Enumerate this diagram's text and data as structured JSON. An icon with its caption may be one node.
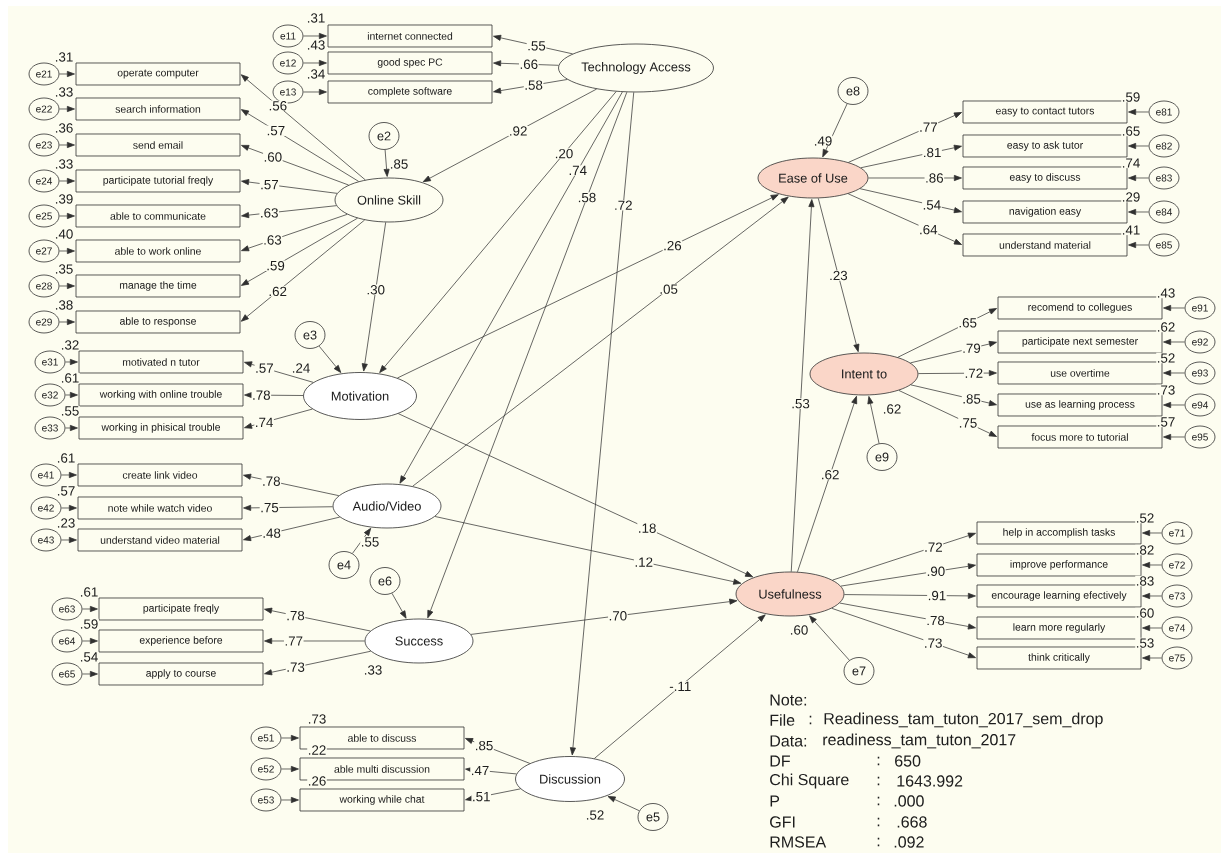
{
  "diagram": {
    "nodes": [
      {
        "text": [
          "Technology Access"
        ]
      },
      {
        "text": [
          "internet connected"
        ],
        "beside": [
          ".31"
        ]
      },
      {
        "text": [
          "good spec PC"
        ],
        "beside": [
          ".43"
        ]
      },
      {
        "text": [
          "complete software"
        ],
        "beside": [
          ".34"
        ]
      },
      {
        "text": [
          "e11"
        ]
      },
      {
        "text": [
          "e12"
        ]
      },
      {
        "text": [
          "e13"
        ]
      },
      {
        "text": [
          "Online Skill"
        ],
        "beside": [
          ".85"
        ]
      },
      {
        "text": [
          "e2"
        ]
      },
      {
        "text": [
          "operate computer"
        ],
        "beside": [
          ".31"
        ]
      },
      {
        "text": [
          "search information"
        ],
        "beside": [
          ".33"
        ]
      },
      {
        "text": [
          "send email"
        ],
        "beside": [
          ".36"
        ]
      },
      {
        "text": [
          "participate tutorial freqly"
        ],
        "beside": [
          ".33"
        ]
      },
      {
        "text": [
          "able to communicate"
        ],
        "beside": [
          ".39"
        ]
      },
      {
        "text": [
          "able to work online"
        ],
        "beside": [
          ".40"
        ]
      },
      {
        "text": [
          "manage the time"
        ],
        "beside": [
          ".35"
        ]
      },
      {
        "text": [
          "able to response"
        ],
        "beside": [
          ".38"
        ]
      },
      {
        "text": [
          "e21"
        ]
      },
      {
        "text": [
          "e22"
        ]
      },
      {
        "text": [
          "e23"
        ]
      },
      {
        "text": [
          "e24"
        ]
      },
      {
        "text": [
          "e25"
        ]
      },
      {
        "text": [
          "e27"
        ]
      },
      {
        "text": [
          "e28"
        ]
      },
      {
        "text": [
          "e29"
        ]
      },
      {
        "text": [
          "Motivation"
        ],
        "beside": [
          ".24"
        ]
      },
      {
        "text": [
          "e3"
        ]
      },
      {
        "text": [
          "motivated n tutor"
        ],
        "beside": [
          ".32"
        ]
      },
      {
        "text": [
          "working with online trouble"
        ],
        "beside": [
          ".61"
        ]
      },
      {
        "text": [
          "working in phisical trouble"
        ],
        "beside": [
          ".55"
        ]
      },
      {
        "text": [
          "e31"
        ]
      },
      {
        "text": [
          "e32"
        ]
      },
      {
        "text": [
          "e33"
        ]
      },
      {
        "text": [
          "Audio/Video"
        ],
        "beside": [
          ".55"
        ]
      },
      {
        "text": [
          "e4"
        ]
      },
      {
        "text": [
          "create link video"
        ],
        "beside": [
          ".61"
        ]
      },
      {
        "text": [
          "note while watch video"
        ],
        "beside": [
          ".57"
        ]
      },
      {
        "text": [
          "understand video material"
        ],
        "beside": [
          ".23"
        ]
      },
      {
        "text": [
          "e41"
        ]
      },
      {
        "text": [
          "e42"
        ]
      },
      {
        "text": [
          "e43"
        ]
      },
      {
        "text": [
          "Success"
        ],
        "beside": [
          ".33"
        ]
      },
      {
        "text": [
          "e6"
        ]
      },
      {
        "text": [
          "participate freqly"
        ],
        "beside": [
          ".61"
        ]
      },
      {
        "text": [
          "experience before"
        ],
        "beside": [
          ".59"
        ]
      },
      {
        "text": [
          "apply to course"
        ],
        "beside": [
          ".54"
        ]
      },
      {
        "text": [
          "e63"
        ]
      },
      {
        "text": [
          "e64"
        ]
      },
      {
        "text": [
          "e65"
        ]
      },
      {
        "text": [
          "Discussion"
        ],
        "beside": [
          ".52"
        ]
      },
      {
        "text": [
          "e5"
        ]
      },
      {
        "text": [
          "able to discuss"
        ],
        "beside": [
          ".73"
        ]
      },
      {
        "text": [
          "able multi discussion"
        ],
        "beside": [
          ".22"
        ]
      },
      {
        "text": [
          "working while chat"
        ],
        "beside": [
          ".26"
        ]
      },
      {
        "text": [
          "e51"
        ]
      },
      {
        "text": [
          "e52"
        ]
      },
      {
        "text": [
          "e53"
        ]
      },
      {
        "text": [
          "Ease of Use"
        ],
        "beside": [
          ".49"
        ]
      },
      {
        "text": [
          "e8"
        ]
      },
      {
        "text": [
          "easy to contact tutors"
        ],
        "beside": [
          ".59"
        ]
      },
      {
        "text": [
          "easy to ask tutor"
        ],
        "beside": [
          ".65"
        ]
      },
      {
        "text": [
          "easy to discuss"
        ],
        "beside": [
          ".74"
        ]
      },
      {
        "text": [
          "navigation easy"
        ],
        "beside": [
          ".29"
        ]
      },
      {
        "text": [
          "understand material"
        ],
        "beside": [
          ".41"
        ]
      },
      {
        "text": [
          "e81"
        ]
      },
      {
        "text": [
          "e82"
        ]
      },
      {
        "text": [
          "e83"
        ]
      },
      {
        "text": [
          "e84"
        ]
      },
      {
        "text": [
          "e85"
        ]
      },
      {
        "text": [
          "Intent to"
        ],
        "beside": [
          ".62"
        ]
      },
      {
        "text": [
          "e9"
        ]
      },
      {
        "text": [
          "recomend to collegues"
        ],
        "beside": [
          ".43"
        ]
      },
      {
        "text": [
          "participate next semester"
        ],
        "beside": [
          ".62"
        ]
      },
      {
        "text": [
          "use overtime"
        ],
        "beside": [
          ".52"
        ]
      },
      {
        "text": [
          "use as learning process"
        ],
        "beside": [
          ".73"
        ]
      },
      {
        "text": [
          "focus more to tutorial"
        ],
        "beside": [
          ".57"
        ]
      },
      {
        "text": [
          "e91"
        ]
      },
      {
        "text": [
          "e92"
        ]
      },
      {
        "text": [
          "e93"
        ]
      },
      {
        "text": [
          "e94"
        ]
      },
      {
        "text": [
          "e95"
        ]
      },
      {
        "text": [
          "Usefulness"
        ],
        "beside": [
          ".60"
        ]
      },
      {
        "text": [
          "e7"
        ]
      },
      {
        "text": [
          "help in accomplish tasks"
        ],
        "beside": [
          ".52"
        ]
      },
      {
        "text": [
          "improve performance"
        ],
        "beside": [
          ".82"
        ]
      },
      {
        "text": [
          "encourage learning efectively"
        ],
        "beside": [
          ".83"
        ]
      },
      {
        "text": [
          "learn more regularly"
        ],
        "beside": [
          ".60"
        ]
      },
      {
        "text": [
          "think critically"
        ],
        "beside": [
          ".53"
        ]
      },
      {
        "text": [
          "e71"
        ]
      },
      {
        "text": [
          "e72"
        ]
      },
      {
        "text": [
          "e73"
        ]
      },
      {
        "text": [
          "e74"
        ]
      },
      {
        "text": [
          "e75"
        ]
      }
    ],
    "edges": [
      {
        "from": 0,
        "to": 1,
        "arrow": "to",
        "label": ".55"
      },
      {
        "from": 0,
        "to": 2,
        "arrow": "to",
        "label": ".66"
      },
      {
        "from": 0,
        "to": 3,
        "arrow": "to",
        "label": ".58"
      },
      {
        "from": 4,
        "to": 1,
        "arrow": "to"
      },
      {
        "from": 5,
        "to": 2,
        "arrow": "to"
      },
      {
        "from": 6,
        "to": 3,
        "arrow": "to"
      },
      {
        "from": 8,
        "to": 7,
        "arrow": "to"
      },
      {
        "from": 7,
        "to": 9,
        "arrow": "to",
        "label": ".56"
      },
      {
        "from": 7,
        "to": 10,
        "arrow": "to",
        "label": ".57"
      },
      {
        "from": 7,
        "to": 11,
        "arrow": "to",
        "label": ".60"
      },
      {
        "from": 7,
        "to": 12,
        "arrow": "to",
        "label": ".57"
      },
      {
        "from": 7,
        "to": 13,
        "arrow": "to",
        "label": ".63"
      },
      {
        "from": 7,
        "to": 14,
        "arrow": "to",
        "label": ".63"
      },
      {
        "from": 7,
        "to": 15,
        "arrow": "to",
        "label": ".59"
      },
      {
        "from": 7,
        "to": 16,
        "arrow": "to",
        "label": ".62"
      },
      {
        "from": 17,
        "to": 9,
        "arrow": "to"
      },
      {
        "from": 18,
        "to": 10,
        "arrow": "to"
      },
      {
        "from": 19,
        "to": 11,
        "arrow": "to"
      },
      {
        "from": 20,
        "to": 12,
        "arrow": "to"
      },
      {
        "from": 21,
        "to": 13,
        "arrow": "to"
      },
      {
        "from": 22,
        "to": 14,
        "arrow": "to"
      },
      {
        "from": 23,
        "to": 15,
        "arrow": "to"
      },
      {
        "from": 24,
        "to": 16,
        "arrow": "to"
      },
      {
        "from": 26,
        "to": 25,
        "arrow": "to"
      },
      {
        "from": 25,
        "to": 27,
        "arrow": "to",
        "label": ".57"
      },
      {
        "from": 25,
        "to": 28,
        "arrow": "to",
        "label": ".78"
      },
      {
        "from": 25,
        "to": 29,
        "arrow": "to",
        "label": ".74"
      },
      {
        "from": 30,
        "to": 27,
        "arrow": "to"
      },
      {
        "from": 31,
        "to": 28,
        "arrow": "to"
      },
      {
        "from": 32,
        "to": 29,
        "arrow": "to"
      },
      {
        "from": 34,
        "to": 33,
        "arrow": "to"
      },
      {
        "from": 33,
        "to": 35,
        "arrow": "to",
        "label": ".78"
      },
      {
        "from": 33,
        "to": 36,
        "arrow": "to",
        "label": ".75"
      },
      {
        "from": 33,
        "to": 37,
        "arrow": "to",
        "label": ".48"
      },
      {
        "from": 38,
        "to": 35,
        "arrow": "to"
      },
      {
        "from": 39,
        "to": 36,
        "arrow": "to"
      },
      {
        "from": 40,
        "to": 37,
        "arrow": "to"
      },
      {
        "from": 42,
        "to": 41,
        "arrow": "to"
      },
      {
        "from": 41,
        "to": 43,
        "arrow": "to",
        "label": ".78"
      },
      {
        "from": 41,
        "to": 44,
        "arrow": "to",
        "label": ".77"
      },
      {
        "from": 41,
        "to": 45,
        "arrow": "to",
        "label": ".73"
      },
      {
        "from": 46,
        "to": 43,
        "arrow": "to"
      },
      {
        "from": 47,
        "to": 44,
        "arrow": "to"
      },
      {
        "from": 48,
        "to": 45,
        "arrow": "to"
      },
      {
        "from": 50,
        "to": 49,
        "arrow": "to"
      },
      {
        "from": 49,
        "to": 51,
        "arrow": "to",
        "label": ".85"
      },
      {
        "from": 49,
        "to": 52,
        "arrow": "to",
        "label": ".47"
      },
      {
        "from": 49,
        "to": 53,
        "arrow": "to",
        "label": ".51"
      },
      {
        "from": 54,
        "to": 51,
        "arrow": "to"
      },
      {
        "from": 55,
        "to": 52,
        "arrow": "to"
      },
      {
        "from": 56,
        "to": 53,
        "arrow": "to"
      },
      {
        "from": 58,
        "to": 57,
        "arrow": "to"
      },
      {
        "from": 57,
        "to": 59,
        "arrow": "to",
        "label": ".77"
      },
      {
        "from": 57,
        "to": 60,
        "arrow": "to",
        "label": ".81"
      },
      {
        "from": 57,
        "to": 61,
        "arrow": "to",
        "label": ".86"
      },
      {
        "from": 57,
        "to": 62,
        "arrow": "to",
        "label": ".54"
      },
      {
        "from": 57,
        "to": 63,
        "arrow": "to",
        "label": ".64"
      },
      {
        "from": 64,
        "to": 59,
        "arrow": "to"
      },
      {
        "from": 65,
        "to": 60,
        "arrow": "to"
      },
      {
        "from": 66,
        "to": 61,
        "arrow": "to"
      },
      {
        "from": 67,
        "to": 62,
        "arrow": "to"
      },
      {
        "from": 68,
        "to": 63,
        "arrow": "to"
      },
      {
        "from": 70,
        "to": 69,
        "arrow": "to"
      },
      {
        "from": 69,
        "to": 71,
        "arrow": "to",
        "label": ".65"
      },
      {
        "from": 69,
        "to": 72,
        "arrow": "to",
        "label": ".79"
      },
      {
        "from": 69,
        "to": 73,
        "arrow": "to",
        "label": ".72"
      },
      {
        "from": 69,
        "to": 74,
        "arrow": "to",
        "label": ".85"
      },
      {
        "from": 69,
        "to": 75,
        "arrow": "to",
        "label": ".75"
      },
      {
        "from": 76,
        "to": 71,
        "arrow": "to"
      },
      {
        "from": 77,
        "to": 72,
        "arrow": "to"
      },
      {
        "from": 78,
        "to": 73,
        "arrow": "to"
      },
      {
        "from": 79,
        "to": 74,
        "arrow": "to"
      },
      {
        "from": 80,
        "to": 75,
        "arrow": "to"
      },
      {
        "from": 82,
        "to": 81,
        "arrow": "to"
      },
      {
        "from": 81,
        "to": 83,
        "arrow": "to",
        "label": ".72"
      },
      {
        "from": 81,
        "to": 84,
        "arrow": "to",
        "label": ".90"
      },
      {
        "from": 81,
        "to": 85,
        "arrow": "to",
        "label": ".91"
      },
      {
        "from": 81,
        "to": 86,
        "arrow": "to",
        "label": ".78"
      },
      {
        "from": 81,
        "to": 87,
        "arrow": "to",
        "label": ".73"
      },
      {
        "from": 88,
        "to": 83,
        "arrow": "to"
      },
      {
        "from": 89,
        "to": 84,
        "arrow": "to"
      },
      {
        "from": 90,
        "to": 85,
        "arrow": "to"
      },
      {
        "from": 91,
        "to": 86,
        "arrow": "to"
      },
      {
        "from": 92,
        "to": 87,
        "arrow": "to"
      },
      {
        "from": 0,
        "to": 7,
        "arrow": "to",
        "label": ".92"
      },
      {
        "from": 0,
        "to": 25,
        "arrow": "to",
        "label": ".20"
      },
      {
        "from": 0,
        "to": 33,
        "arrow": "to",
        "label": ".74"
      },
      {
        "from": 0,
        "to": 41,
        "arrow": "to",
        "label": ".58"
      },
      {
        "from": 0,
        "to": 49,
        "arrow": "to",
        "label": ".72"
      },
      {
        "from": 7,
        "to": 25,
        "arrow": "to",
        "label": ".30"
      },
      {
        "from": 25,
        "to": 57,
        "arrow": "to",
        "label": ".26"
      },
      {
        "from": 33,
        "to": 57,
        "arrow": "to",
        "label": ".05"
      },
      {
        "from": 25,
        "to": 81,
        "arrow": "to",
        "label": ".18"
      },
      {
        "from": 33,
        "to": 81,
        "arrow": "to",
        "label": ".12"
      },
      {
        "from": 41,
        "to": 81,
        "arrow": "to",
        "label": ".70"
      },
      {
        "from": 49,
        "to": 81,
        "arrow": "to",
        "label": "-.11"
      },
      {
        "from": 81,
        "to": 57,
        "arrow": "to",
        "label": ".53"
      },
      {
        "from": 81,
        "to": 69,
        "arrow": "to",
        "label": ".62"
      },
      {
        "from": 57,
        "to": 69,
        "arrow": "to",
        "label": ".23"
      }
    ],
    "labels": [
      "Note:",
      "File",
      ":",
      "Readiness_tam_tuton_2017_sem_drop",
      "Data:",
      "readiness_tam_tuton_2017",
      "DF",
      ":",
      "650",
      "Chi Square",
      ":",
      "1643.992",
      "P",
      ":",
      ".000",
      "GFI",
      ":",
      ".668",
      "RMSEA",
      ":",
      ".092"
    ]
  }
}
